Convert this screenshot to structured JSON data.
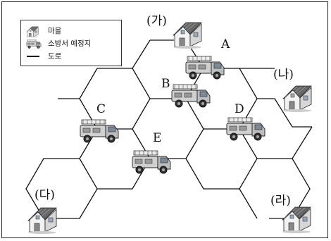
{
  "legend": {
    "items": [
      {
        "label": "마을",
        "icon": "house-icon"
      },
      {
        "label": "소방서 예정지",
        "icon": "fire-truck-icon"
      },
      {
        "label": "도로",
        "icon": "road-line-icon"
      }
    ]
  },
  "villages": [
    {
      "id": "ga",
      "label": "(가)"
    },
    {
      "id": "na",
      "label": "(나)"
    },
    {
      "id": "da",
      "label": "(다)"
    },
    {
      "id": "ra",
      "label": "(라)"
    }
  ],
  "sites": [
    {
      "id": "A",
      "label": "A"
    },
    {
      "id": "B",
      "label": "B"
    },
    {
      "id": "C",
      "label": "C"
    },
    {
      "id": "D",
      "label": "D"
    },
    {
      "id": "E",
      "label": "E"
    }
  ],
  "colors": {
    "road": "#111111",
    "house_roof": "#555555",
    "house_wall": "#eeeeee",
    "truck_body": "#d9d9d9"
  }
}
